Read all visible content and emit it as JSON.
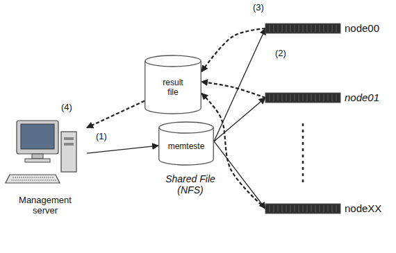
{
  "diagram": {
    "nodes": [
      {
        "text": [
          "Management server"
        ]
      },
      {
        "text": [
          "result file"
        ]
      },
      {
        "text": [
          "memteste"
        ]
      },
      {
        "text": [
          "node00"
        ]
      },
      {
        "text": [
          "node01"
        ]
      },
      {
        "text": [
          "nodeXX"
        ]
      }
    ],
    "edges": [
      {
        "from": 0,
        "to": 2,
        "arrow": "to",
        "label": "(1)"
      },
      {
        "from": 2,
        "to": 3,
        "arrow": "to",
        "label": "(2)"
      },
      {
        "from": 2,
        "to": 4,
        "arrow": "to"
      },
      {
        "from": 2,
        "to": 5,
        "arrow": "to"
      },
      {
        "from": 3,
        "to": 1,
        "arrow": "to",
        "label": "(3)"
      },
      {
        "from": 4,
        "to": 1,
        "arrow": "to"
      },
      {
        "from": 5,
        "to": 1,
        "arrow": "to"
      },
      {
        "from": 1,
        "to": 0,
        "arrow": "to",
        "label": "(4)"
      }
    ],
    "labels": [
      "Shared File (NFS)"
    ]
  }
}
